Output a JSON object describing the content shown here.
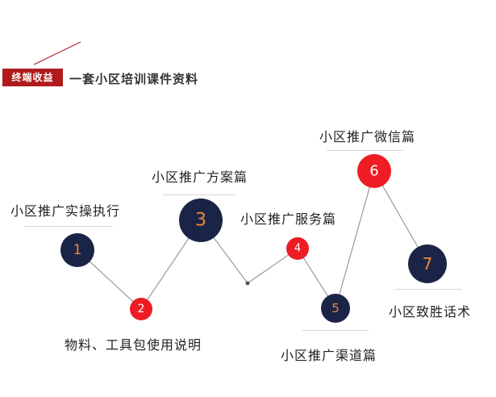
{
  "header": {
    "badge": "终端收益",
    "subtitle": "一套小区培训课件资料"
  },
  "colors": {
    "navy": "#1a2446",
    "red": "#ee1c24",
    "number_on_navy": "#f0883a",
    "number_on_red": "#ffffff",
    "connector": "#9a9a9a",
    "badge_bg": "#b01c1c"
  },
  "steps": [
    {
      "number": "1",
      "label": "小区推广实操执行"
    },
    {
      "number": "2",
      "label": "物料、工具包使用说明"
    },
    {
      "number": "3",
      "label": "小区推广方案篇"
    },
    {
      "number": "4",
      "label": "小区推广服务篇"
    },
    {
      "number": "5",
      "label": "小区推广渠道篇"
    },
    {
      "number": "6",
      "label": "小区推广微信篇"
    },
    {
      "number": "7",
      "label": "小区致胜话术"
    }
  ]
}
